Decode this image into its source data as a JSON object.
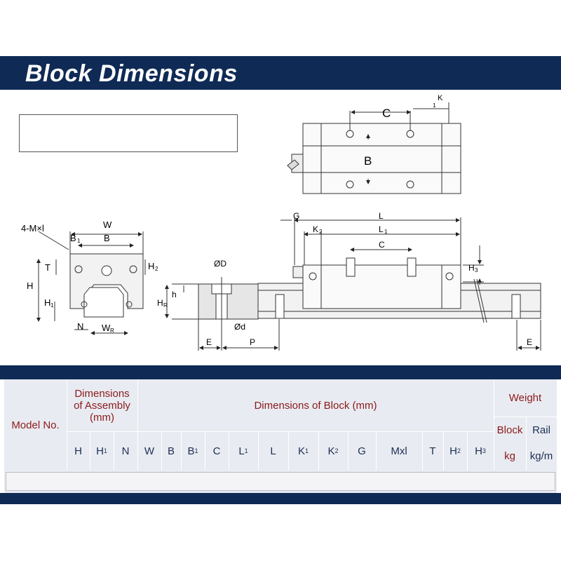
{
  "header": {
    "title": "Block Dimensions"
  },
  "drawing": {
    "top_view": {
      "label_c": "C",
      "label_k": "K",
      "label_k_sub": "1",
      "label_b": "B"
    },
    "end_view": {
      "label_mxl": "4-M×l",
      "label_w": "W",
      "label_b1": "B",
      "label_b1_sub": "1",
      "label_b": "B",
      "label_t": "T",
      "label_h2": "H",
      "label_h2_sub": "2",
      "label_h": "H",
      "label_h1": "H",
      "label_h1_sub": "1",
      "label_n": "N",
      "label_wr": "W",
      "label_wr_sub": "R"
    },
    "rail_section": {
      "label_od_big": "ØD",
      "label_h": "h",
      "label_hr": "H",
      "label_hr_sub": "R",
      "label_od_small": "Ød",
      "label_e": "E",
      "label_p": "P"
    },
    "side_view": {
      "label_g": "G",
      "label_l": "L",
      "label_k2": "K",
      "label_k2_sub": "2",
      "label_l1": "L",
      "label_l1_sub": "1",
      "label_c": "C",
      "label_h3": "H",
      "label_h3_sub": "3",
      "label_e": "E"
    }
  },
  "table": {
    "model_no": "Model No.",
    "assembly_header": "Dimensions of Assembly (mm)",
    "block_header": "Dimensions of Block (mm)",
    "weight_header": "Weight",
    "columns": [
      {
        "name": "H",
        "sub": ""
      },
      {
        "name": "H",
        "sub": "1"
      },
      {
        "name": "N",
        "sub": ""
      },
      {
        "name": "W",
        "sub": ""
      },
      {
        "name": "B",
        "sub": ""
      },
      {
        "name": "B",
        "sub": "1"
      },
      {
        "name": "C",
        "sub": ""
      },
      {
        "name": "L",
        "sub": "1"
      },
      {
        "name": "L",
        "sub": ""
      },
      {
        "name": "K",
        "sub": "1"
      },
      {
        "name": "K",
        "sub": "2"
      },
      {
        "name": "G",
        "sub": ""
      },
      {
        "name": "Mxl",
        "sub": ""
      },
      {
        "name": "T",
        "sub": ""
      },
      {
        "name": "H",
        "sub": "2"
      },
      {
        "name": "H",
        "sub": "3"
      }
    ],
    "weight_block": "Block",
    "weight_block_unit": "kg",
    "weight_rail": "Rail",
    "weight_rail_unit": "kg/m"
  }
}
